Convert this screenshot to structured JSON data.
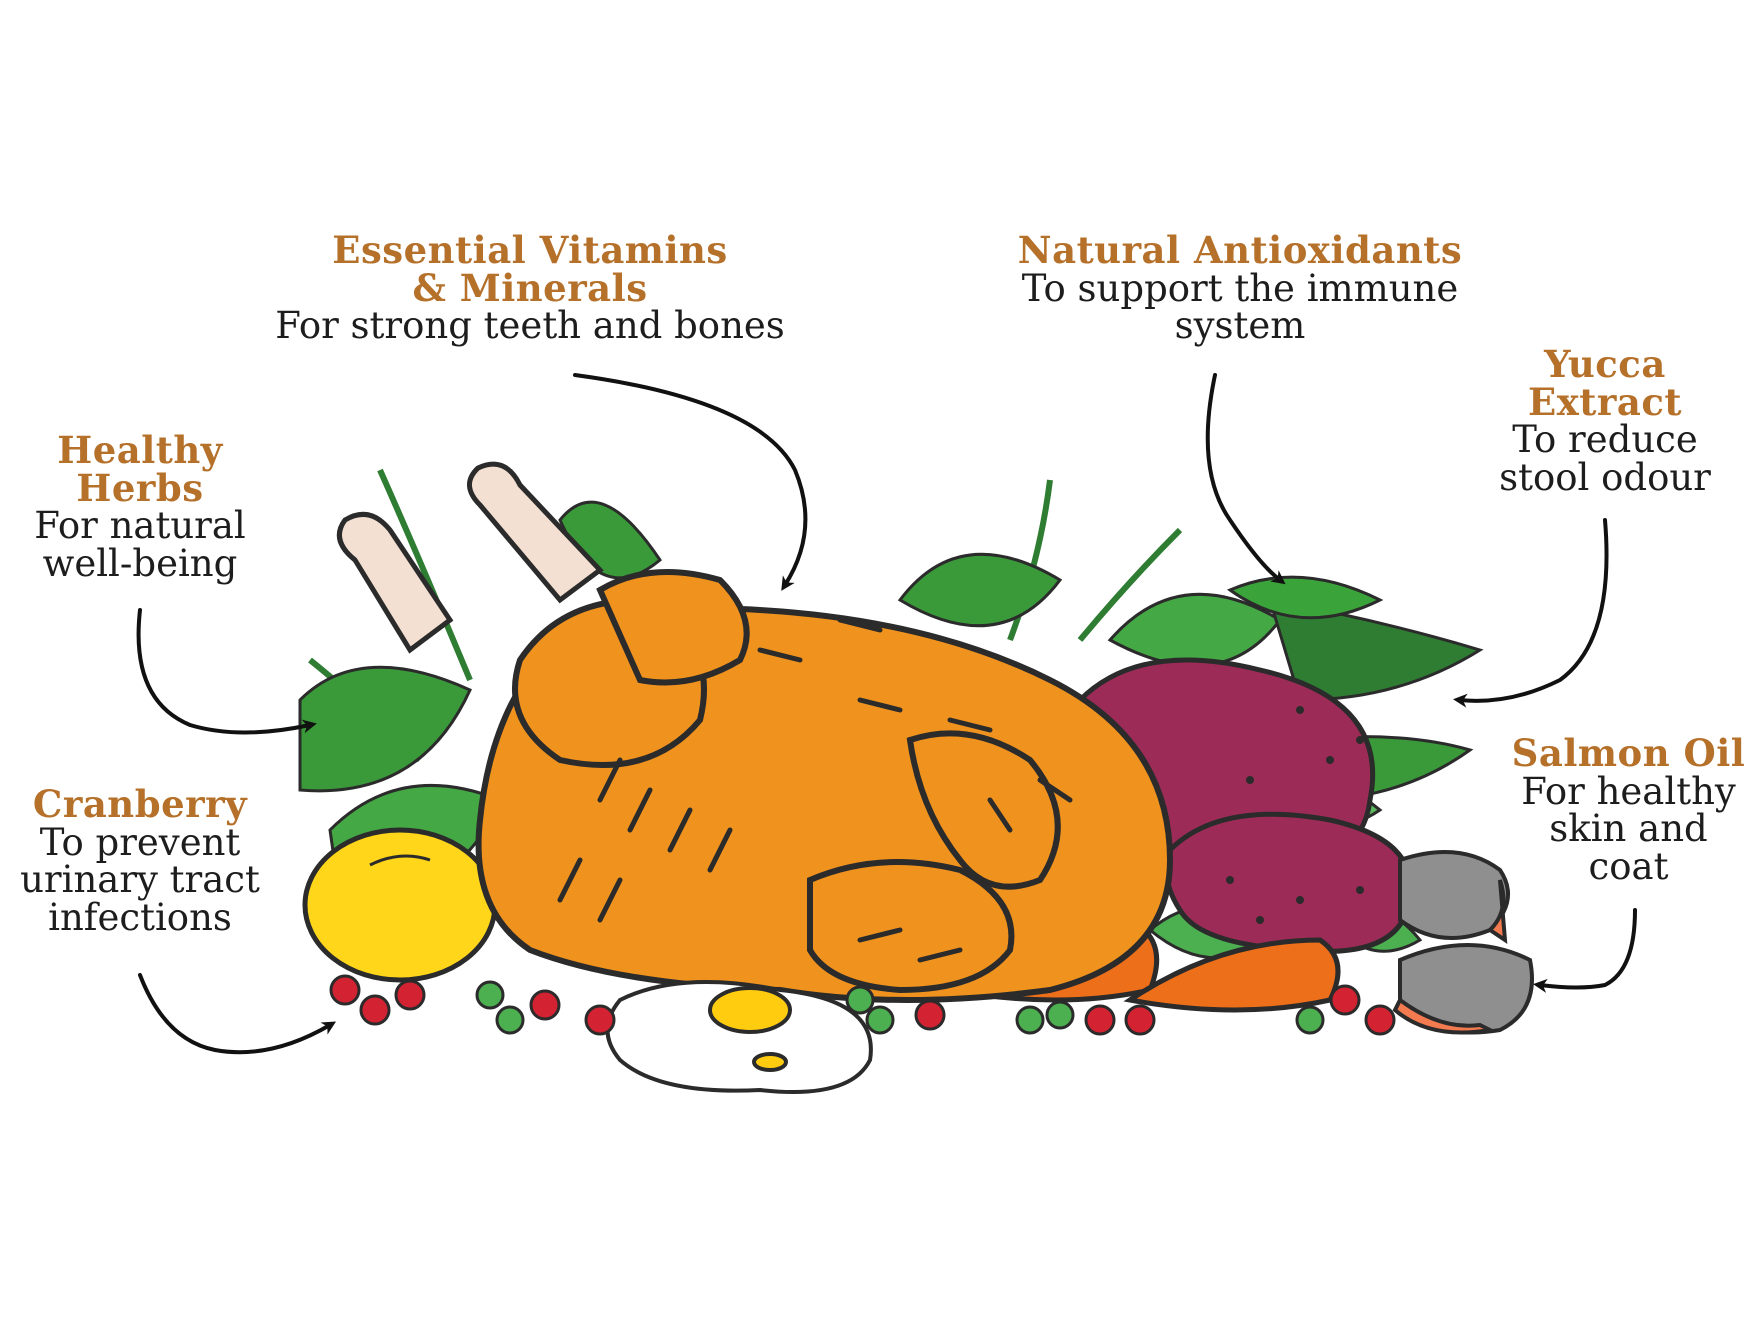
{
  "callouts": {
    "vitamins": {
      "title": "Essential Vitamins\n& Minerals",
      "desc": "For strong teeth and bones"
    },
    "antioxidants": {
      "title": "Natural Antioxidants",
      "desc": "To support the immune\nsystem"
    },
    "herbs": {
      "title": "Healthy\nHerbs",
      "desc": "For natural\nwell-being"
    },
    "yucca": {
      "title": "Yucca\nExtract",
      "desc": "To reduce\nstool odour"
    },
    "cranberry": {
      "title": "Cranberry",
      "desc": "To prevent\nurinary tract\ninfections"
    },
    "salmon": {
      "title": "Salmon Oil",
      "desc": "For healthy\nskin and\ncoat"
    }
  },
  "colors": {
    "title": "#b5702a",
    "text": "#1d1d1d",
    "chicken": "#f0921e",
    "outline": "#2b2b2b",
    "herbs": "#3a9a3a",
    "leaf_dark": "#2e7d32",
    "potato": "#9c2c57",
    "carrot": "#ee6f1a",
    "lemon": "#ffd61a",
    "cranberry": "#d32231",
    "peas": "#4caf50",
    "bone": "#f3e0d2",
    "salmon_skin": "#8f8f8f",
    "salmon_flesh": "#f47a50",
    "egg_white": "#ffffff",
    "egg_yolk": "#ffcc10"
  }
}
